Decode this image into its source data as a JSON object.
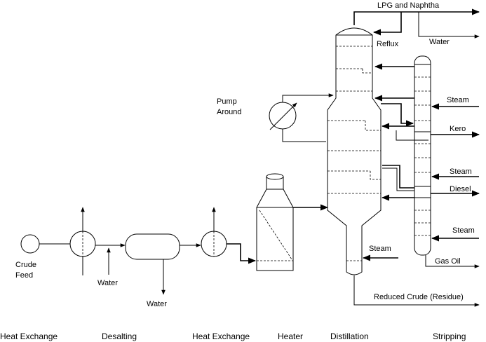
{
  "diagram": {
    "labels": {
      "crude_feed_1": "Crude",
      "crude_feed_2": "Feed",
      "water_desalter_in": "Water",
      "water_desalter_out": "Water",
      "pump_around_1": "Pump",
      "pump_around_2": "Around",
      "lpg_naphtha": "LPG and Naphtha",
      "reflux": "Reflux",
      "water_top": "Water",
      "steam_1": "Steam",
      "kero": "Kero",
      "steam_2": "Steam",
      "diesel": "Diesel",
      "steam_3": "Steam",
      "gas_oil": "Gas Oil",
      "steam_column": "Steam",
      "reduced_crude": "Reduced Crude (Residue)"
    },
    "sections": [
      "Heat Exchange",
      "Desalting",
      "Heat Exchange",
      "Heater",
      "Distillation",
      "Stripping"
    ]
  }
}
